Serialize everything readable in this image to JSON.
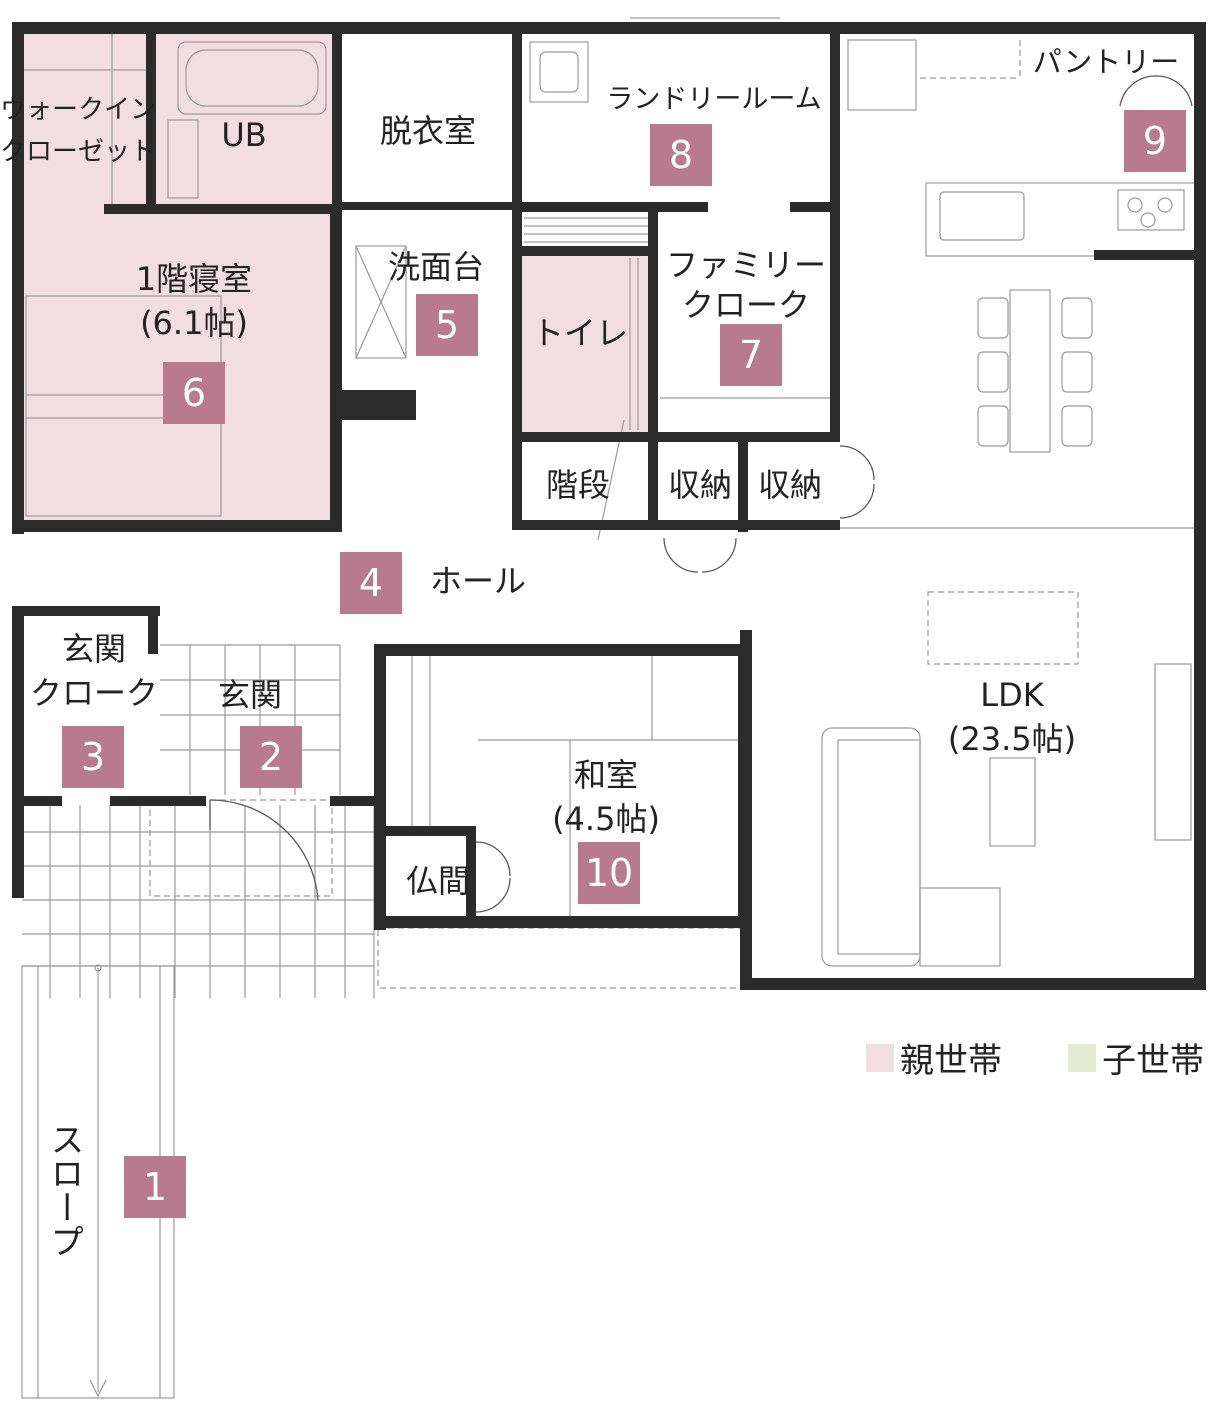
{
  "colors": {
    "wall": "#2b2b2b",
    "line": "#5a5a5a",
    "thin": "#9a9a9a",
    "parents_fill": "#f2dde3",
    "children_fill": "#e4ebd3",
    "badge": "#b87a8e",
    "badge_text": "#ffffff"
  },
  "rooms": {
    "walk_in_closet_1": "ウォークイン",
    "walk_in_closet_2": "クローゼット",
    "ub": "UB",
    "dressing": "脱衣室",
    "laundry": "ランドリールーム",
    "pantry": "パントリー",
    "washstand": "洗面台",
    "toilet": "トイレ",
    "family_cloak_1": "ファミリー",
    "family_cloak_2": "クローク",
    "bedroom_1": "1階寝室",
    "bedroom_2": "(6.1帖)",
    "stairs": "階段",
    "storage_1": "収納",
    "storage_2": "収納",
    "hall": "ホール",
    "entrance_cloak_1": "玄関",
    "entrance_cloak_2": "クローク",
    "entrance": "玄関",
    "washitsu_1": "和室",
    "washitsu_2": "(4.5帖)",
    "butsuma": "仏間",
    "ldk_1": "LDK",
    "ldk_2": "(23.5帖)",
    "slope": "スロープ"
  },
  "badges": [
    "1",
    "2",
    "3",
    "4",
    "5",
    "6",
    "7",
    "8",
    "9",
    "10"
  ],
  "legend": {
    "parents": "親世帯",
    "children": "子世帯"
  }
}
